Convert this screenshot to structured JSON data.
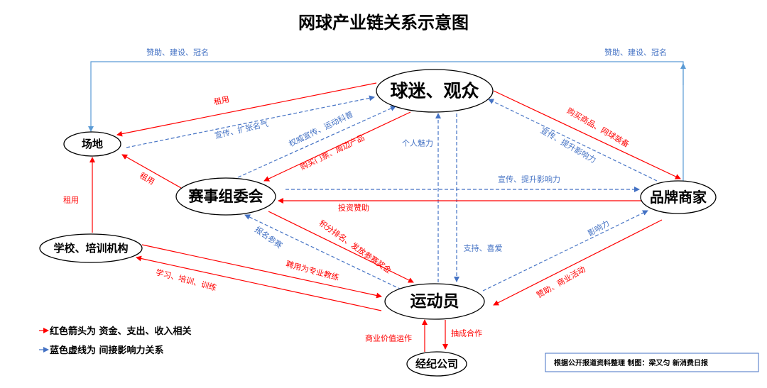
{
  "title": "网球产业链关系示意图",
  "colors": {
    "money": "#ff0000",
    "influence": "#4472c4",
    "sponsor_line": "#5b9bd5"
  },
  "nodes": {
    "fans": "球迷、观众",
    "venue": "场地",
    "committee": "赛事组委会",
    "brand": "品牌商家",
    "school": "学校、培训机构",
    "athlete": "运动员",
    "agency": "经纪公司"
  },
  "sponsor_labels": {
    "left": "赞助、建设、冠名",
    "right": "赞助、建设、冠名"
  },
  "edges": [
    {
      "from": "fans",
      "to": "venue",
      "type": "money",
      "label": "租用"
    },
    {
      "from": "venue",
      "to": "fans",
      "type": "influence",
      "label": "宣传、扩张名气"
    },
    {
      "from": "committee",
      "to": "fans",
      "type": "influence",
      "label": "权威宣传、运动科普"
    },
    {
      "from": "fans",
      "to": "committee",
      "type": "money",
      "label": "购买门票、周边产品"
    },
    {
      "from": "athlete",
      "to": "fans",
      "type": "influence",
      "label": "个人魅力"
    },
    {
      "from": "fans",
      "to": "athlete",
      "type": "influence",
      "label": "支持、喜爱"
    },
    {
      "from": "committee",
      "to": "venue",
      "type": "money",
      "label": "租用"
    },
    {
      "from": "committee",
      "to": "brand",
      "type": "influence",
      "label": "宣传、提升影响力"
    },
    {
      "from": "brand",
      "to": "committee",
      "type": "money",
      "label": "投资赞助"
    },
    {
      "from": "fans",
      "to": "brand",
      "type": "money",
      "label": "购买商品、网球装备"
    },
    {
      "from": "brand",
      "to": "fans",
      "type": "influence",
      "label": "宣传、提升影响力"
    },
    {
      "from": "athlete",
      "to": "brand",
      "type": "influence",
      "label": "影响力"
    },
    {
      "from": "brand",
      "to": "athlete",
      "type": "money",
      "label": "赞助、商业活动"
    },
    {
      "from": "committee",
      "to": "athlete",
      "type": "money",
      "label": "积分排名、发放参赛奖金"
    },
    {
      "from": "athlete",
      "to": "committee",
      "type": "influence",
      "label": "报名参赛"
    },
    {
      "from": "school",
      "to": "venue",
      "type": "money",
      "label": "租用"
    },
    {
      "from": "school",
      "to": "athlete",
      "type": "money",
      "label": "聘用为专业教练"
    },
    {
      "from": "athlete",
      "to": "school",
      "type": "money",
      "label": "学习、培训、训练"
    },
    {
      "from": "agency",
      "to": "athlete",
      "type": "money",
      "label": "商业价值运作"
    },
    {
      "from": "athlete",
      "to": "agency",
      "type": "money",
      "label": "抽成合作"
    }
  ],
  "legend": {
    "red": "红色箭头为 资金、支出、收入相关",
    "blue": "蓝色虚线为 间接影响力关系"
  },
  "credit": "根据公开报道资料整理  制图：梁又匀    新消费日报"
}
